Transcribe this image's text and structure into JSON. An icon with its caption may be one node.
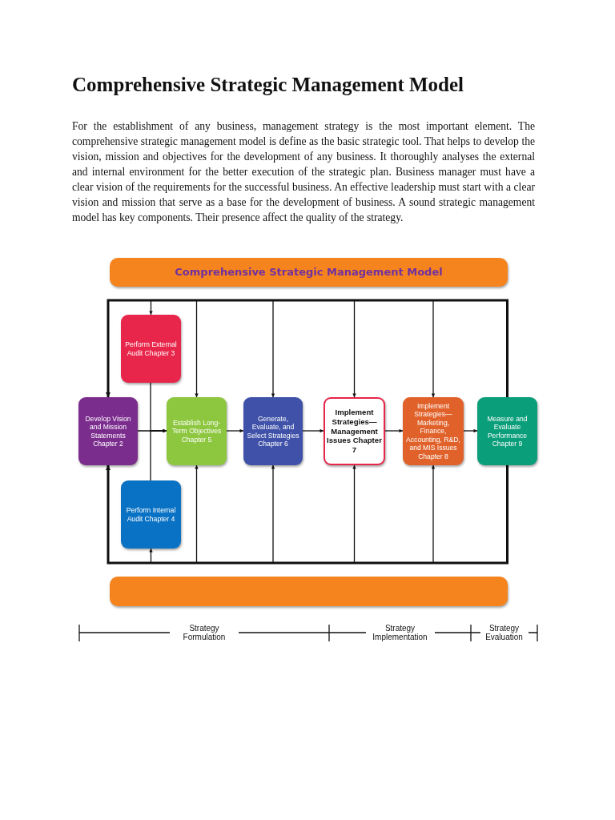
{
  "diagram": {
    "title": "Comprehensive Strategic Management Model",
    "nodes": [
      {
        "text": [
          "Comprehensive Strategic Management Model"
        ]
      },
      {
        "text": [
          "Perform External Audit Chapter 3"
        ]
      },
      {
        "text": [
          "Develop Vision and Mission Statements Chapter 2"
        ]
      },
      {
        "text": [
          "Establish Long-Term Objectives Chapter 5"
        ]
      },
      {
        "text": [
          "Generate, Evaluate, and Select Strategies Chapter 6"
        ]
      },
      {
        "text": [
          "Implement Strategies—Management Issues Chapter 7"
        ]
      },
      {
        "text": [
          "Implement Strategies—Marketing, Finance, Accounting, R&D, and MIS Issues Chapter 8"
        ]
      },
      {
        "text": [
          "Measure and Evaluate Performance Chapter 9"
        ]
      },
      {
        "text": [
          "Perform Internal Audit Chapter 4"
        ]
      },
      {
        "text": [],
        "shape": "bar"
      }
    ],
    "edges": [
      {
        "from": 2,
        "to": 3,
        "arrow": "to"
      },
      {
        "from": 1,
        "to": 3,
        "arrow": "to"
      },
      {
        "from": 8,
        "to": 3,
        "arrow": "to"
      },
      {
        "from": 3,
        "to": 4,
        "arrow": "to"
      },
      {
        "from": 4,
        "to": 5,
        "arrow": "to"
      },
      {
        "from": 5,
        "to": 6,
        "arrow": "to"
      },
      {
        "from": 6,
        "to": 7,
        "arrow": "to"
      },
      {
        "from": 7,
        "to": 2,
        "arrow": "to",
        "style": "thick"
      },
      {
        "from": 7,
        "to": 2,
        "arrow": "to",
        "style": "thick"
      },
      {
        "from": 7,
        "to": 1,
        "arrow": "to"
      },
      {
        "from": 7,
        "to": 3,
        "arrow": "to"
      },
      {
        "from": 7,
        "to": 4,
        "arrow": "to"
      },
      {
        "from": 7,
        "to": 5,
        "arrow": "to"
      },
      {
        "from": 7,
        "to": 6,
        "arrow": "to"
      },
      {
        "from": 7,
        "to": 8,
        "arrow": "to"
      },
      {
        "from": 7,
        "to": 3,
        "arrow": "to"
      },
      {
        "from": 7,
        "to": 4,
        "arrow": "to"
      },
      {
        "from": 7,
        "to": 5,
        "arrow": "to"
      },
      {
        "from": 7,
        "to": 6,
        "arrow": "to"
      }
    ],
    "labels": [
      "For the establishment of any business, management strategy is the most important element. The comprehensive strategic management model is define as the basic strategic tool. That helps to develop the vision, mission and objectives for the development of any business. It thoroughly analyses the external and internal environment for the better execution of the strategic plan. Business manager must have a clear vision of the requirements for the successful business. An effective leadership must start with a clear vision and mission that serve as a base for the development of business. A sound strategic management model has key components. Their presence affect the quality of the strategy.",
      "Strategy Formulation",
      "Strategy Implementation",
      "Strategy Evaluation"
    ]
  }
}
